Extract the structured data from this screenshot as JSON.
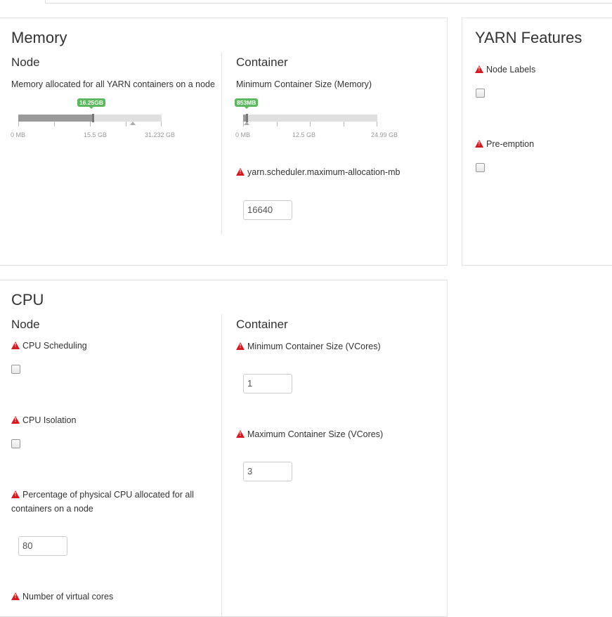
{
  "memory": {
    "title": "Memory",
    "node": {
      "title": "Node",
      "label": "Memory allocated for all YARN containers on a node",
      "slider": {
        "value_label": "16.25GB",
        "value_fraction": 0.52,
        "ticks": [
          "0 MB",
          "15.5 GB",
          "31.232 GB"
        ]
      }
    },
    "container": {
      "title": "Container",
      "min_label": "Minimum Container Size (Memory)",
      "slider": {
        "value_label": "853MB",
        "value_fraction": 0.03,
        "ticks": [
          "0 MB",
          "12.5 GB",
          "24.99 GB"
        ]
      },
      "max_label": "yarn.scheduler.maximum-allocation-mb",
      "max_value": "16640"
    }
  },
  "features": {
    "title": "YARN Features",
    "node_labels": "Node Labels",
    "preemption": "Pre-emption"
  },
  "cpu": {
    "title": "CPU",
    "node": {
      "title": "Node",
      "scheduling": "CPU Scheduling",
      "isolation": "CPU Isolation",
      "percentage_label_line1": "Percentage of physical CPU allocated for all",
      "percentage_label_line2": "containers on a node",
      "percentage_value": "80",
      "vcores_label": "Number of virtual cores"
    },
    "container": {
      "title": "Container",
      "min_label": "Minimum Container Size (VCores)",
      "min_value": "1",
      "max_label": "Maximum Container Size (VCores)",
      "max_value": "3"
    }
  },
  "colors": {
    "warning": "#d9181f",
    "bubble": "#5cb85c"
  }
}
